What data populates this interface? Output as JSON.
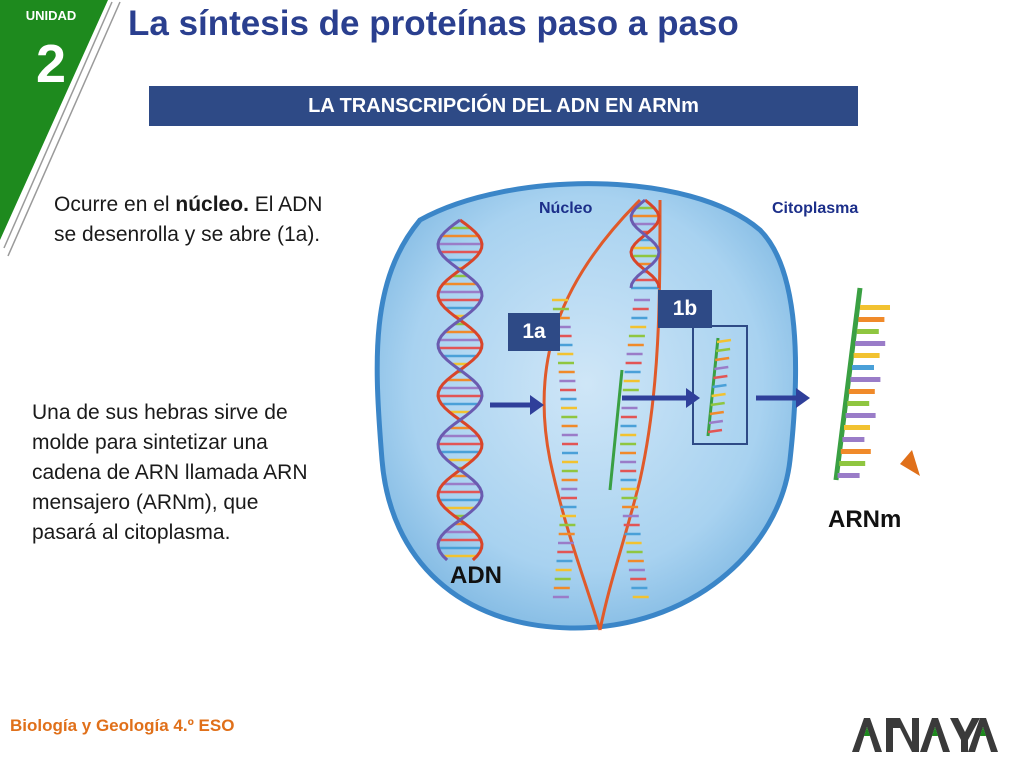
{
  "unit": {
    "label": "UNIDAD",
    "number": "2"
  },
  "title": "La síntesis de proteínas paso a paso",
  "section_banner": "LA TRANSCRIPCIÓN DEL ADN EN ARNm",
  "text_block_1": {
    "prefix": "Ocurre en el ",
    "bold": "núcleo.",
    "suffix": " El ADN se desenrolla y se abre (1a)."
  },
  "text_block_2": "Una de sus hebras sirve de molde para sintetizar una cadena de ARN llamada ARN mensajero (ARNm), que pasará al citoplasma.",
  "diagram": {
    "nucleus_label": "Núcleo",
    "cytoplasm_label": "Citoplasma",
    "dna_label": "ADN",
    "mrna_label": "ARNm",
    "step_1a": "1a",
    "step_1b": "1b"
  },
  "footer": {
    "course": "Biología y Geología 4.º ESO",
    "publisher_logo": "ANAYA"
  },
  "colors": {
    "brand_green": "#1e8a1e",
    "title_blue": "#2a3f8f",
    "banner_blue": "#2e4a86",
    "footer_orange": "#e0701a"
  }
}
